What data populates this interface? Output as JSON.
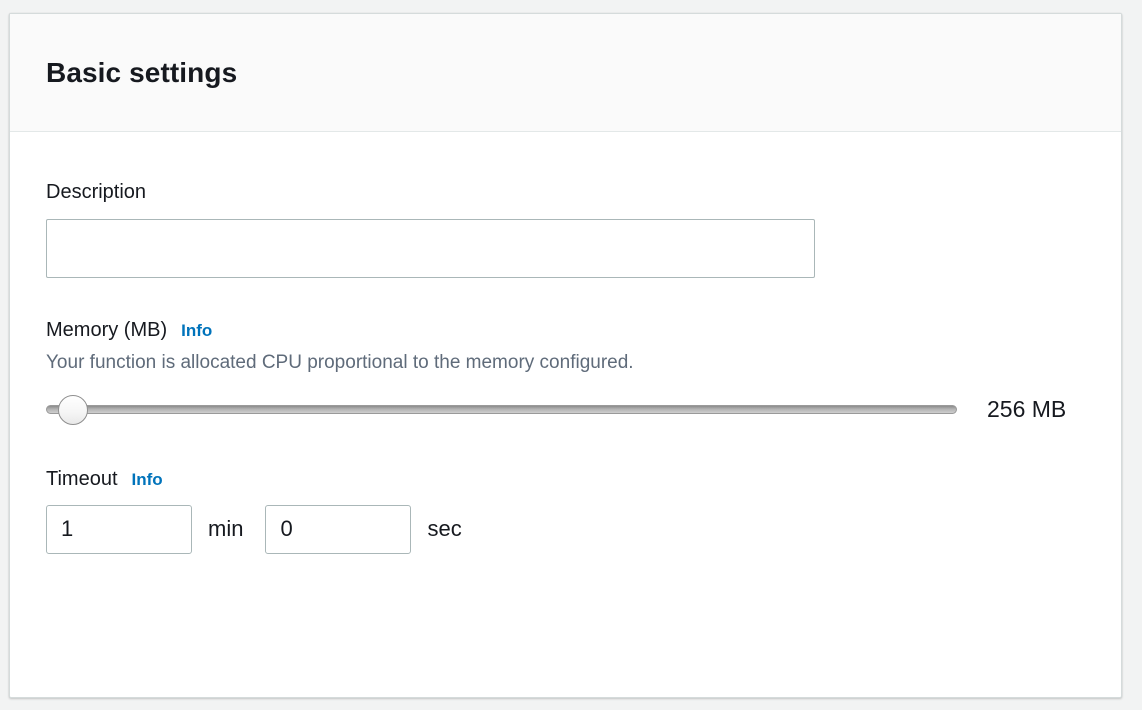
{
  "panel": {
    "title": "Basic settings"
  },
  "description_field": {
    "label": "Description",
    "value": "",
    "placeholder": ""
  },
  "memory_field": {
    "label": "Memory (MB)",
    "info_label": "Info",
    "hint": "Your function is allocated CPU proportional to the memory configured.",
    "value_label": "256 MB",
    "slider": {
      "min": 128,
      "max": 10240,
      "step": 1,
      "value": 256
    }
  },
  "timeout_field": {
    "label": "Timeout",
    "info_label": "Info",
    "minutes_value": "1",
    "minutes_unit": "min",
    "seconds_value": "0",
    "seconds_unit": "sec"
  },
  "colors": {
    "accent_link": "#0073bb",
    "text_primary": "#16191f",
    "text_secondary": "#5f6b7a",
    "input_border": "#aab7b8",
    "card_border": "#d5dbdb",
    "header_background": "#fafafa",
    "page_background": "#f2f3f3"
  }
}
